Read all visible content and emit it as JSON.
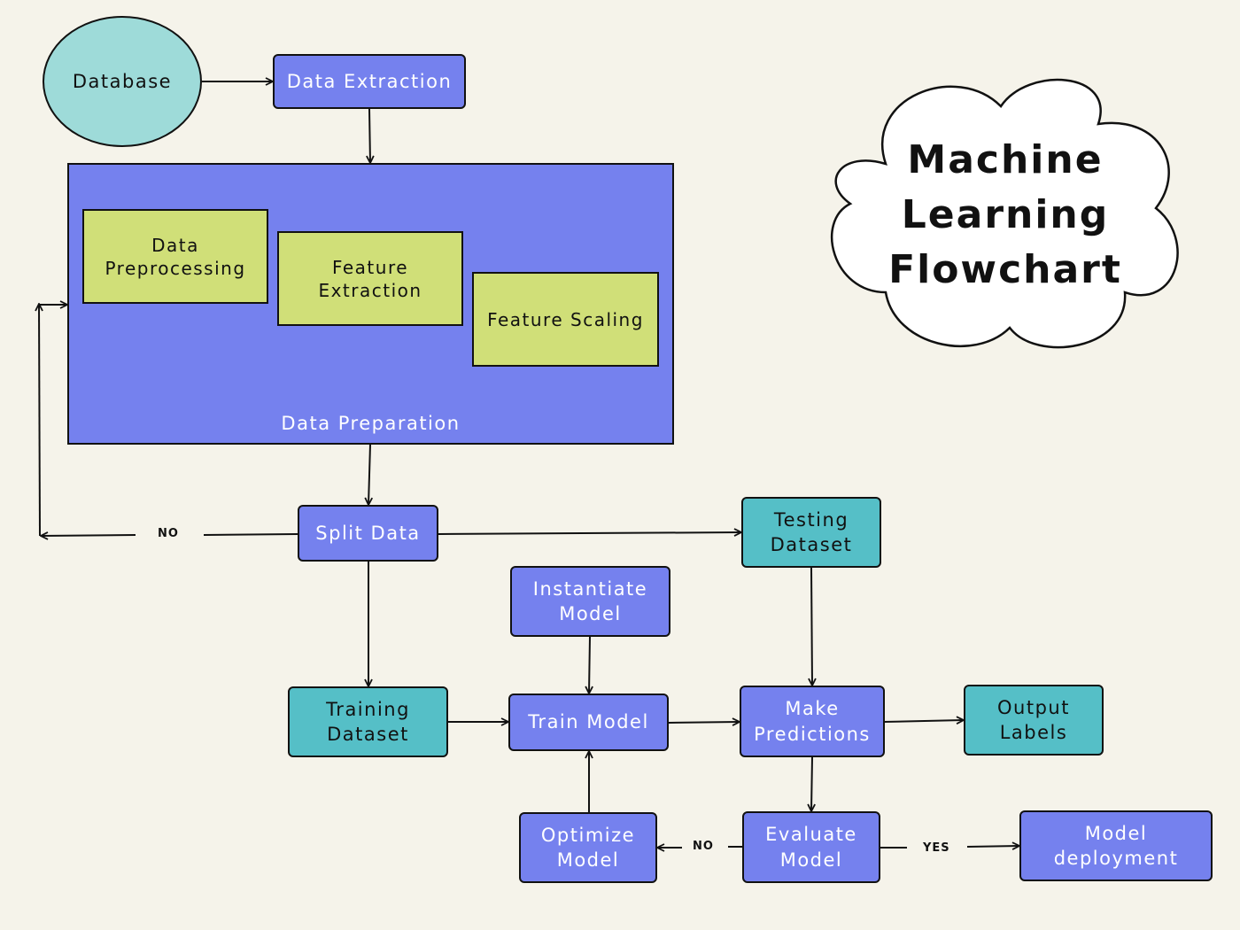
{
  "title": "Machine\nLearning\nFlowchart",
  "nodes": {
    "database": "Database",
    "data_extraction": "Data Extraction",
    "data_preparation": "Data Preparation",
    "data_preprocessing": "Data\nPreprocessing",
    "feature_extraction": "Feature\nExtraction",
    "feature_scaling": "Feature Scaling",
    "split_data": "Split Data",
    "testing_dataset": "Testing\nDataset",
    "instantiate_model": "Instantiate\nModel",
    "training_dataset": "Training\nDataset",
    "train_model": "Train Model",
    "make_predictions": "Make\nPredictions",
    "output_labels": "Output\nLabels",
    "optimize_model": "Optimize\nModel",
    "evaluate_model": "Evaluate\nModel",
    "model_deployment": "Model\ndeployment"
  },
  "edge_labels": {
    "split_no": "NO",
    "evaluate_no": "NO",
    "evaluate_yes": "YES"
  },
  "colors": {
    "background": "#f5f3ea",
    "process": "#7581ee",
    "dataset": "#55bfc7",
    "substep": "#d0df78",
    "source": "#9edbd9"
  }
}
